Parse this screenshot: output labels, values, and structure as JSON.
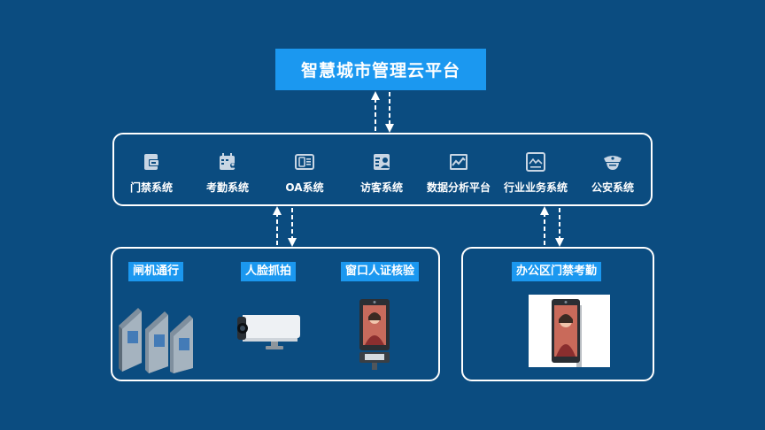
{
  "platform": {
    "title": "智慧城市管理云平台"
  },
  "systems": [
    {
      "label": "门禁系统",
      "icon": "access-card-icon"
    },
    {
      "label": "考勤系统",
      "icon": "calendar-user-icon"
    },
    {
      "label": "OA系统",
      "icon": "oa-document-icon"
    },
    {
      "label": "访客系统",
      "icon": "visitor-badge-icon"
    },
    {
      "label": "数据分析平台",
      "icon": "line-chart-icon"
    },
    {
      "label": "行业业务系统",
      "icon": "monitor-chart-icon"
    },
    {
      "label": "公安系统",
      "icon": "police-cap-icon"
    }
  ],
  "left_group": {
    "items": [
      {
        "label": "闸机通行"
      },
      {
        "label": "人脸抓拍"
      },
      {
        "label": "窗口人证核验"
      }
    ]
  },
  "right_group": {
    "items": [
      {
        "label": "办公区门禁考勤"
      }
    ]
  },
  "colors": {
    "background": "#0b4c80",
    "accent": "#1b98f0",
    "line": "#ffffff"
  }
}
